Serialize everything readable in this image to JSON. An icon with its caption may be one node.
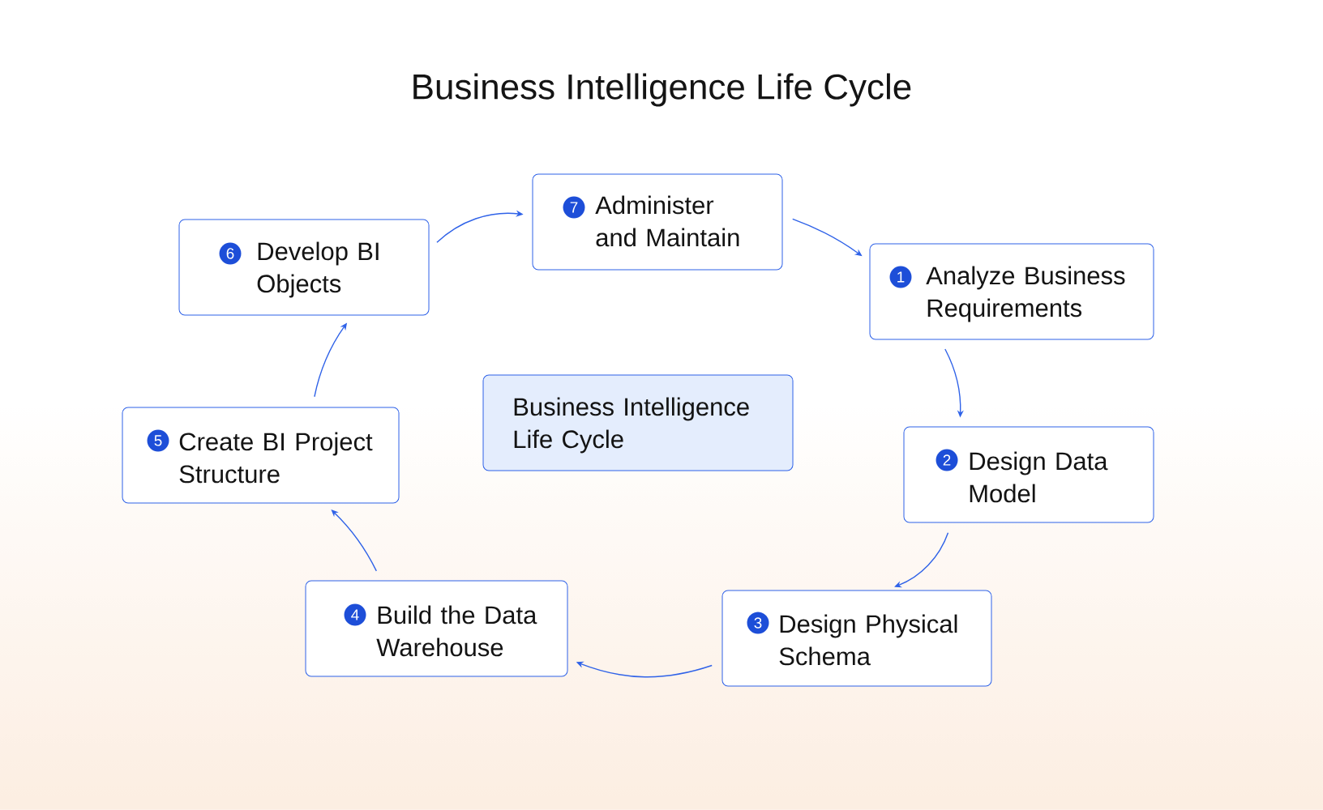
{
  "diagram": {
    "title": "Business Intelligence Life Cycle",
    "nodes": [
      {
        "text": [
          "7",
          "Administer and Maintain"
        ]
      },
      {
        "text": [
          "6",
          "Develop BI Objects"
        ]
      },
      {
        "text": [
          "1",
          "Analyze Business Requirements"
        ]
      },
      {
        "text": [
          "Business Intelligence Life Cycle"
        ]
      },
      {
        "text": [
          "5",
          "Create BI Project Structure"
        ]
      },
      {
        "text": [
          "2",
          "Design Data Model"
        ]
      },
      {
        "text": [
          "4",
          "Build the Data Warehouse"
        ]
      },
      {
        "text": [
          "3",
          "Design Physical Schema"
        ]
      }
    ],
    "edges": [
      {
        "from": 0,
        "to": 2,
        "arrow": "to"
      },
      {
        "from": 2,
        "to": 5,
        "arrow": "to"
      },
      {
        "from": 5,
        "to": 7,
        "arrow": "to"
      },
      {
        "from": 7,
        "to": 6,
        "arrow": "to"
      },
      {
        "from": 6,
        "to": 4,
        "arrow": "to"
      },
      {
        "from": 4,
        "to": 1,
        "arrow": "to"
      },
      {
        "from": 1,
        "to": 0,
        "arrow": "to"
      }
    ]
  }
}
